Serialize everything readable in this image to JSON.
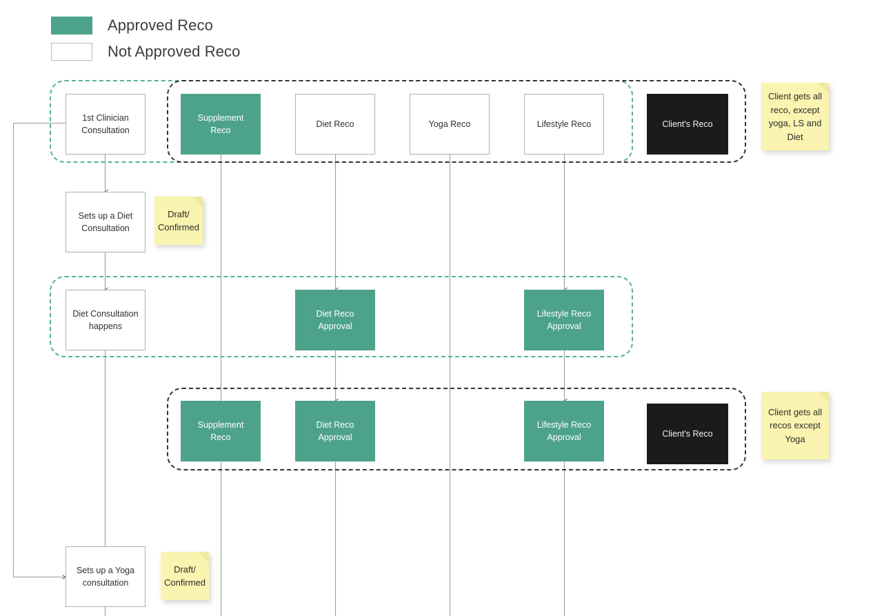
{
  "legend": {
    "items": [
      {
        "key": "approved",
        "label": "Approved Reco",
        "color": "#4DA28B"
      },
      {
        "key": "not-approved",
        "label": "Not Approved Reco",
        "color": "#FFFFFF"
      }
    ]
  },
  "colors": {
    "approved_green": "#4DA28B",
    "group_green_dashed": "#57B199",
    "group_black_dashed": "#333333",
    "client_reco_black": "#1B1B1B",
    "sticky_yellow": "#FAF4B0",
    "node_border_grey": "#B0B0B0",
    "connector_grey": "#9A9A9A"
  },
  "nodes": {
    "clinician_consultation": {
      "label": "1st Clinician Consultation",
      "style": "not-approved"
    },
    "supplement_reco_r1": {
      "label": "Supplement Reco",
      "style": "approved"
    },
    "diet_reco_r1": {
      "label": "Diet Reco",
      "style": "not-approved"
    },
    "yoga_reco_r1": {
      "label": "Yoga Reco",
      "style": "not-approved"
    },
    "lifestyle_reco_r1": {
      "label": "Lifestyle Reco",
      "style": "not-approved"
    },
    "clients_reco_r1": {
      "label": "Client's Reco",
      "style": "client"
    },
    "sets_up_diet_consultation": {
      "label": "Sets up a Diet Consultation",
      "style": "not-approved"
    },
    "diet_consultation_happens": {
      "label": "Diet Consultation happens",
      "style": "not-approved"
    },
    "diet_reco_approval_r3": {
      "label": "Diet Reco Approval",
      "style": "approved"
    },
    "lifestyle_reco_approval_r3": {
      "label": "Lifestyle Reco Approval",
      "style": "approved"
    },
    "supplement_reco_r4": {
      "label": "Supplement Reco",
      "style": "approved"
    },
    "diet_reco_approval_r4": {
      "label": "Diet Reco Approval",
      "style": "approved"
    },
    "lifestyle_reco_approval_r4": {
      "label": "Lifestyle Reco Approval",
      "style": "approved"
    },
    "clients_reco_r4": {
      "label": "Client's Reco",
      "style": "client"
    },
    "sets_up_yoga_consultation": {
      "label": "Sets up a Yoga consultation",
      "style": "not-approved"
    }
  },
  "sticky_notes": {
    "note_diet_draft": {
      "label": "Draft/ Confirmed"
    },
    "note_yoga_draft": {
      "label": "Draft/ Confirmed"
    },
    "note_client_reco_1": {
      "label": "Client gets all reco, except yoga, LS and Diet"
    },
    "note_client_reco_2": {
      "label": "Client gets all recos except Yoga"
    }
  },
  "groups": {
    "row1_green": {
      "kind": "green-dashed"
    },
    "row1_black": {
      "kind": "black-dashed"
    },
    "row3_green": {
      "kind": "green-dashed"
    },
    "row4_black": {
      "kind": "black-dashed"
    }
  }
}
